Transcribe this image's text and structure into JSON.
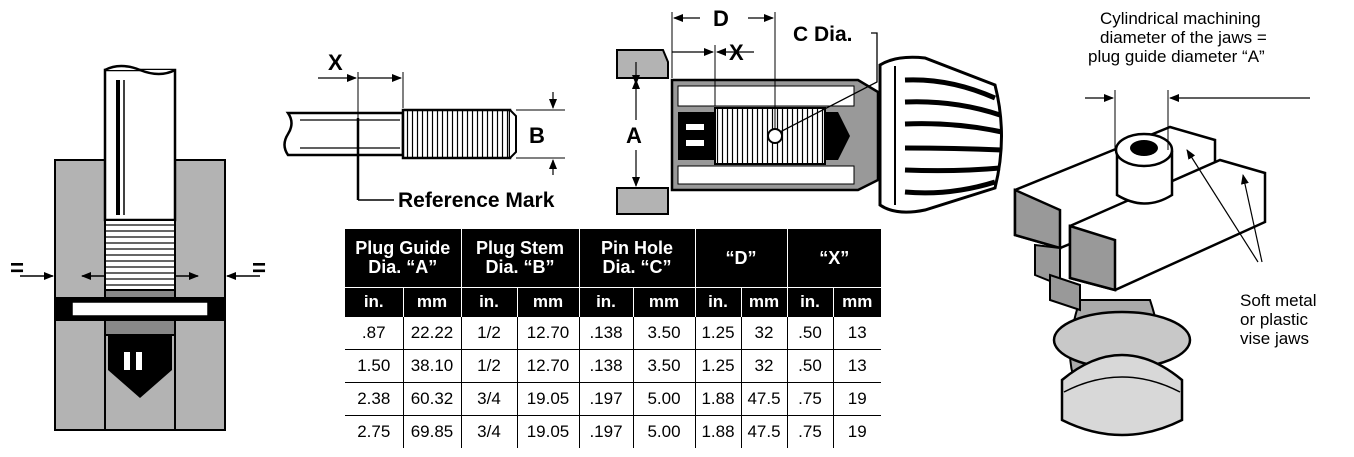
{
  "labels": {
    "x_top": "X",
    "b": "B",
    "reference_mark": "Reference Mark",
    "d": "D",
    "x_mid": "X",
    "c_dia": "C Dia.",
    "a": "A",
    "equal_left": "=",
    "equal_right": "=",
    "jaw_note_lines": [
      "Cylindrical machining",
      "diameter of the jaws =",
      "plug guide diameter “A”"
    ],
    "vise_note_lines": [
      "Soft metal",
      "or plastic",
      "vise jaws"
    ]
  },
  "table": {
    "group_headers": [
      "Plug Guide\nDia. “A”",
      "Plug Stem\nDia. “B”",
      "Pin Hole\nDia. “C”",
      "“D”",
      "“X”"
    ],
    "unit_headers": [
      "in.",
      "mm",
      "in.",
      "mm",
      "in.",
      "mm",
      "in.",
      "mm",
      "in.",
      "mm"
    ],
    "rows": [
      [
        ".87",
        "22.22",
        "1/2",
        "12.70",
        ".138",
        "3.50",
        "1.25",
        "32",
        ".50",
        "13"
      ],
      [
        "1.50",
        "38.10",
        "1/2",
        "12.70",
        ".138",
        "3.50",
        "1.25",
        "32",
        ".50",
        "13"
      ],
      [
        "2.38",
        "60.32",
        "3/4",
        "19.05",
        ".197",
        "5.00",
        "1.88",
        "47.5",
        ".75",
        "19"
      ],
      [
        "2.75",
        "69.85",
        "3/4",
        "19.05",
        ".197",
        "5.00",
        "1.88",
        "47.5",
        ".75",
        "19"
      ]
    ]
  }
}
